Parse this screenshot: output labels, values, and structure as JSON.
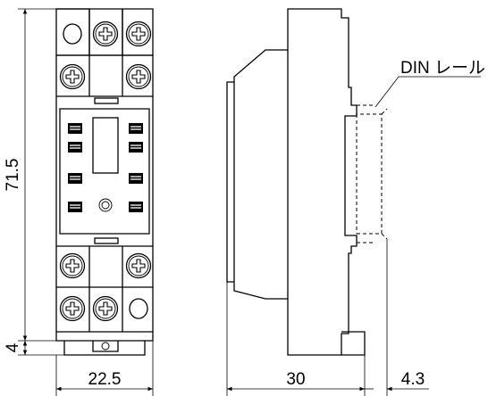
{
  "dimensions": {
    "height_total": "71.5",
    "bottom_offset": "4",
    "front_width": "22.5",
    "side_depth": "30",
    "rail_depth": "4.3"
  },
  "callouts": {
    "din_rail": "DIN レール"
  }
}
